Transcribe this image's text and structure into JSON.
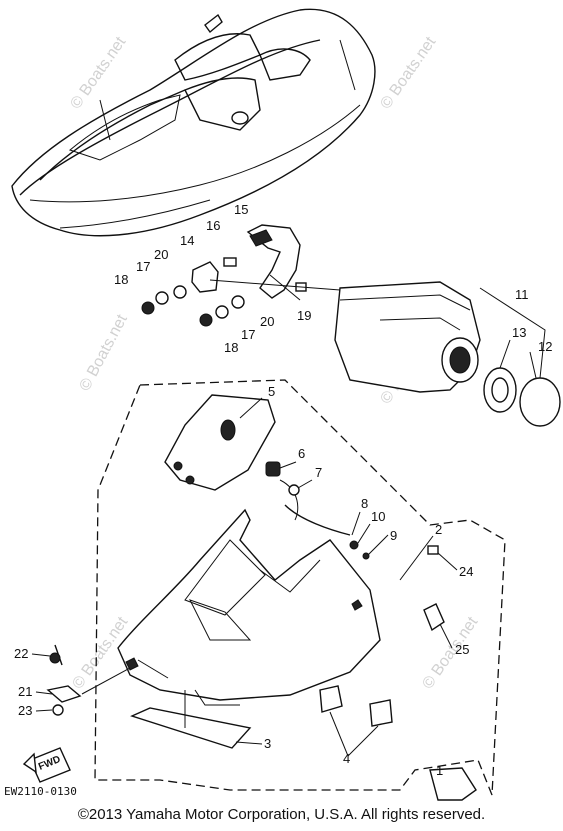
{
  "callouts": {
    "c1": "1",
    "c2": "2",
    "c3": "3",
    "c4": "4",
    "c5": "5",
    "c6": "6",
    "c7": "7",
    "c8": "8",
    "c9": "9",
    "c10": "10",
    "c11": "11",
    "c12": "12",
    "c13": "13",
    "c14": "14",
    "c15": "15",
    "c16": "16",
    "c17a": "17",
    "c17b": "17",
    "c18a": "18",
    "c18b": "18",
    "c19": "19",
    "c20a": "20",
    "c20b": "20",
    "c21": "21",
    "c22": "22",
    "c23": "23",
    "c24": "24",
    "c25": "25"
  },
  "fwd_label": "FWD",
  "diagram_code": "EW2110-0130",
  "watermark": "© Boats.net",
  "copyright": "©2013 Yamaha Motor Corporation, U.S.A. All rights reserved."
}
